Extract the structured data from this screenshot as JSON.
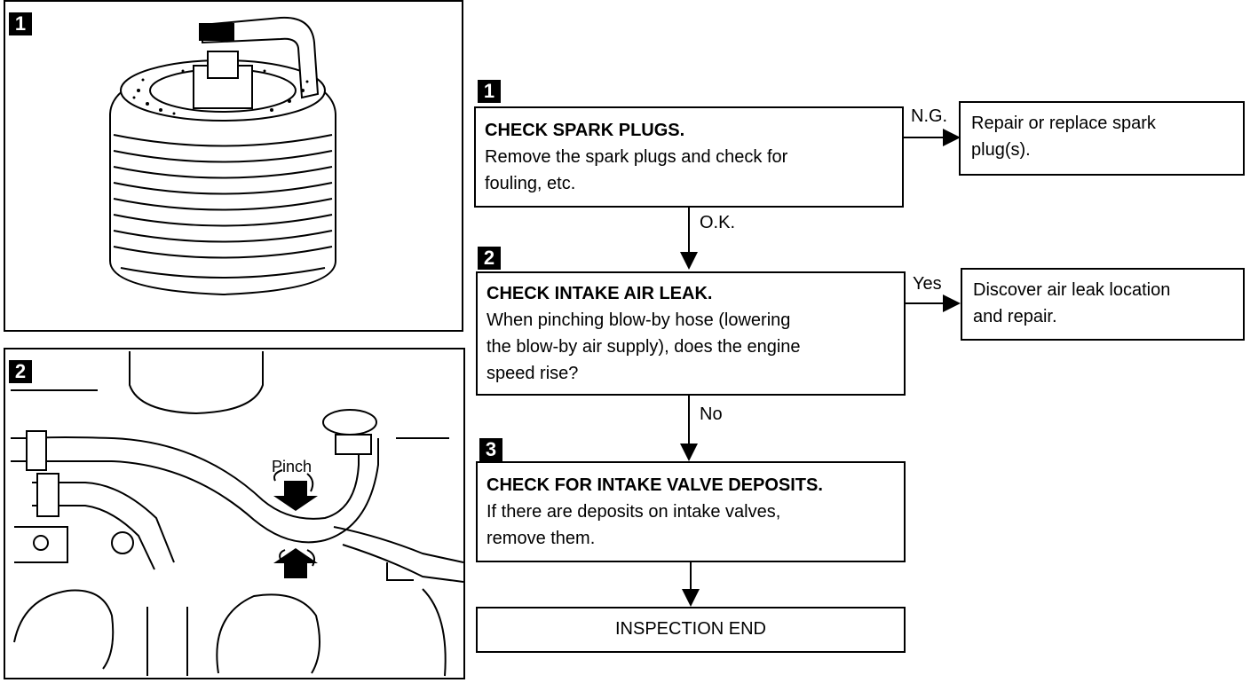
{
  "illustrations": [
    {
      "number": "1"
    },
    {
      "number": "2",
      "label": "Pinch"
    }
  ],
  "steps": [
    {
      "number": "1",
      "title": "CHECK SPARK PLUGS.",
      "body": "Remove the spark plugs and check for\nfouling, etc."
    },
    {
      "number": "2",
      "title": "CHECK INTAKE AIR LEAK.",
      "body": "When pinching blow-by hose (lowering\nthe blow-by air supply), does the engine\nspeed rise?"
    },
    {
      "number": "3",
      "title": "CHECK FOR INTAKE VALVE DEPOSITS.",
      "body": "If there are deposits on intake valves,\nremove them."
    }
  ],
  "results": [
    {
      "condition": "N.G.",
      "action": "Repair or replace spark\nplug(s)."
    },
    {
      "condition": "Yes",
      "action": "Discover air leak location\nand repair."
    }
  ],
  "flow_labels": {
    "after_step1": "O.K.",
    "after_step2": "No"
  },
  "end": "INSPECTION END"
}
